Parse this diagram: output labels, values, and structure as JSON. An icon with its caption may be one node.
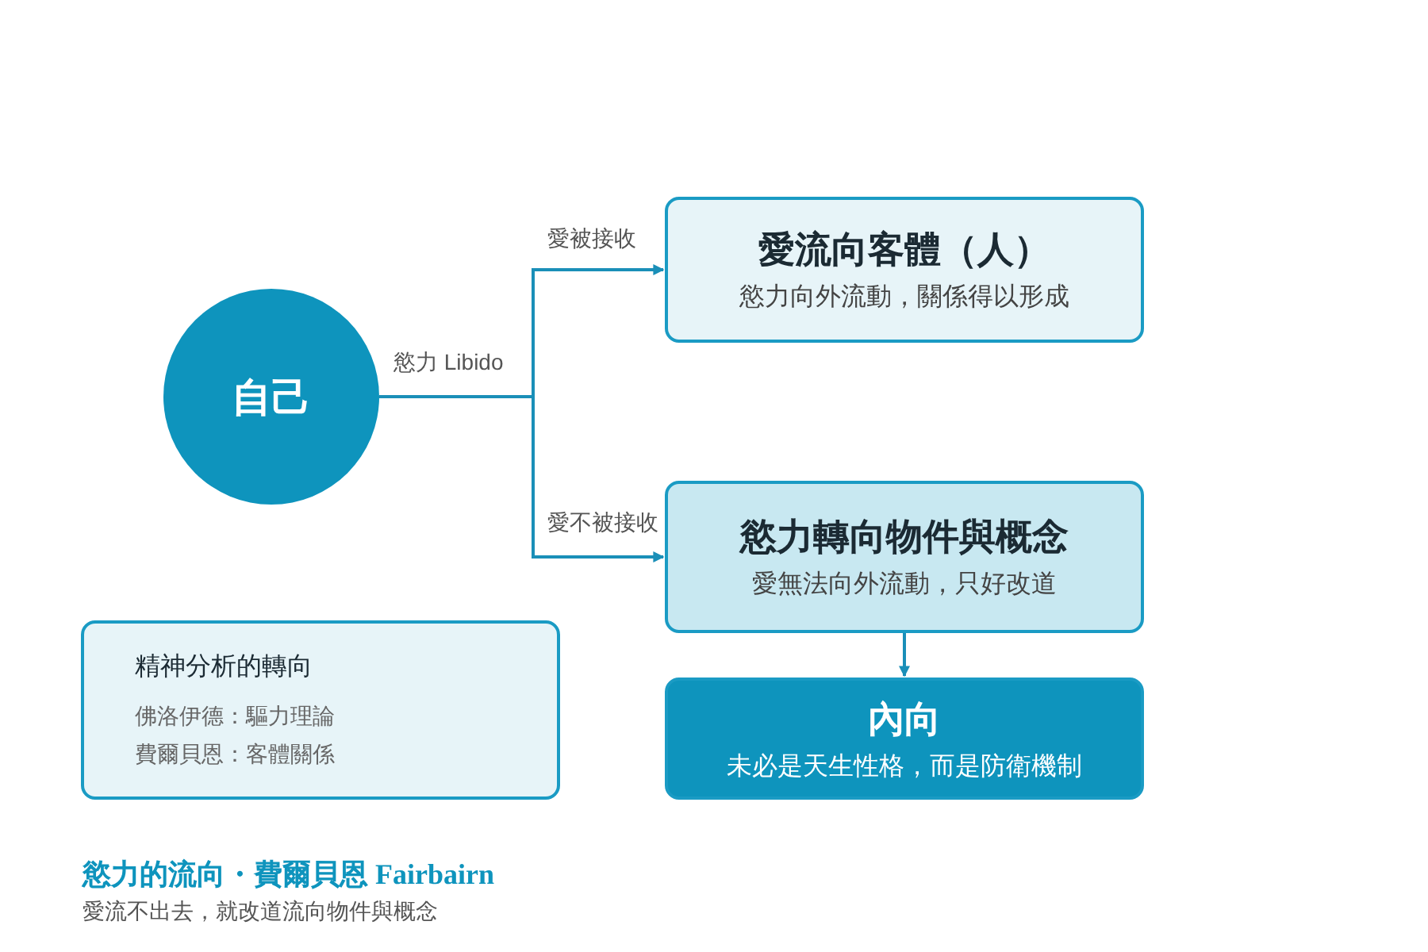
{
  "diagram": {
    "title": "慾力的流向・費爾貝恩 Fairbairn",
    "caption": "愛流不出去，就改道流向物件與概念",
    "nodes": [
      {
        "text": [
          "自己"
        ]
      },
      {
        "text": [
          "愛流向客體（人）",
          "慾力向外流動，關係得以形成"
        ]
      },
      {
        "text": [
          "慾力轉向物件與概念",
          "愛無法向外流動，只好改道"
        ]
      },
      {
        "text": [
          "內向",
          "未必是天生性格，而是防衛機制"
        ]
      },
      {
        "text": [
          "精神分析的轉向",
          "佛洛伊德：驅力理論",
          "費爾貝恩：客體關係"
        ]
      }
    ],
    "edges": [
      {
        "from": 0,
        "to": 1,
        "arrow": "to",
        "label": "愛被接收"
      },
      {
        "from": 0,
        "to": 2,
        "arrow": "to",
        "label": "愛不被接收"
      },
      {
        "from": 2,
        "to": 3,
        "arrow": "to"
      }
    ],
    "labels": [
      "慾力 Libido"
    ]
  }
}
